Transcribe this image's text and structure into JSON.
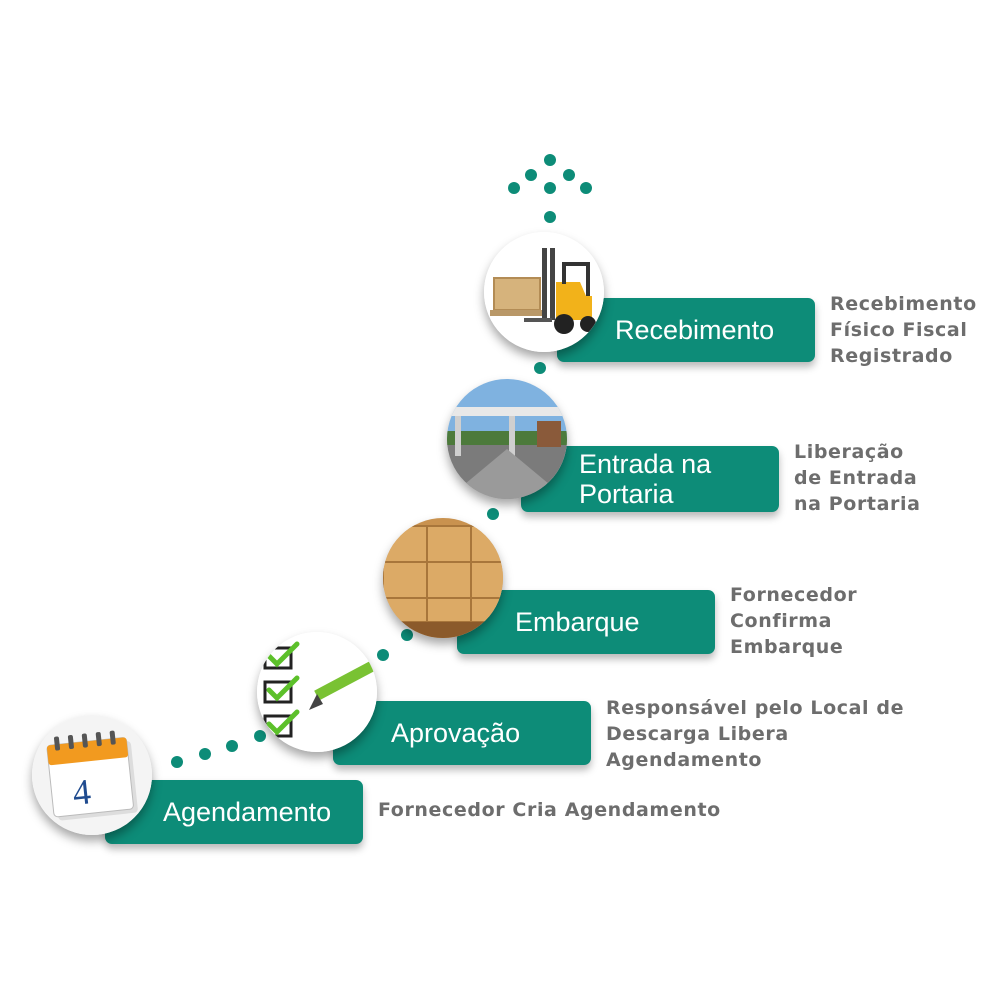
{
  "colors": {
    "accent": "#0d8c78",
    "description_text": "#6d6d6d"
  },
  "steps": [
    {
      "title": "Agendamento",
      "description": "Fornecedor Cria Agendamento",
      "icon": "calendar-icon",
      "calendar_day": "4"
    },
    {
      "title": "Aprovação",
      "description": "Responsável pelo Local de\nDescarga Libera\nAgendamento",
      "icon": "checklist-icon"
    },
    {
      "title": "Embarque",
      "description": "Fornecedor\nConfirma\nEmbarque",
      "icon": "boxes-icon"
    },
    {
      "title": "Entrada na\nPortaria",
      "description": "Liberação\nde Entrada\nna Portaria",
      "icon": "gate-icon"
    },
    {
      "title": "Recebimento",
      "description": "Recebimento\nFísico Fiscal\nRegistrado",
      "icon": "forklift-icon"
    }
  ]
}
